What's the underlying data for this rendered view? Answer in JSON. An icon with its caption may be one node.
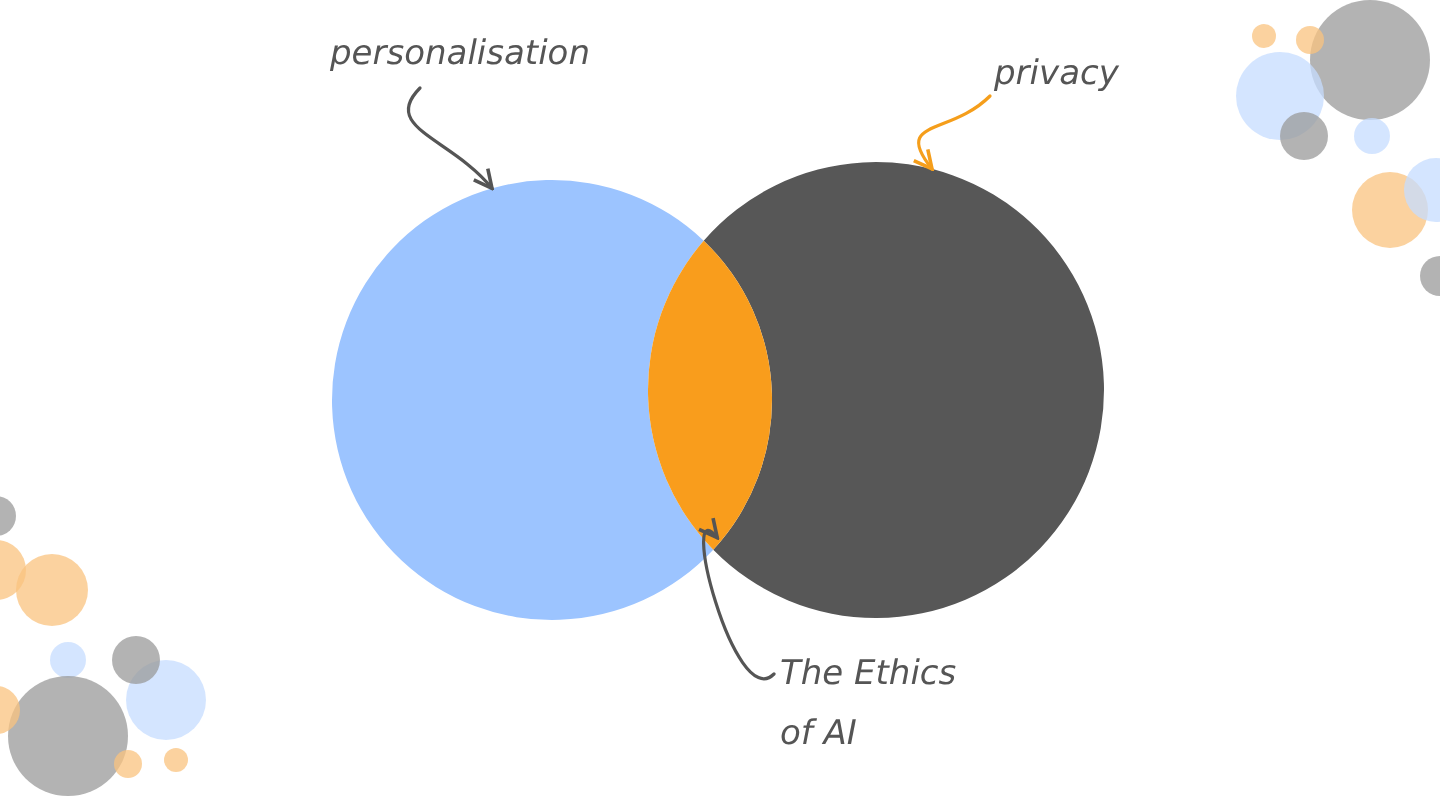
{
  "diagram": {
    "nodes": [
      {
        "text": [
          "personalisation"
        ]
      },
      {
        "text": [],
        "shape": "circle"
      },
      {
        "text": [
          "privacy"
        ]
      },
      {
        "text": [],
        "shape": "circle"
      },
      {
        "text": [
          "The Ethics of AI"
        ]
      },
      {
        "text": [],
        "shape": "lens"
      }
    ],
    "edges": [
      {
        "from": 0,
        "to": 1,
        "arrow": "to"
      },
      {
        "from": 2,
        "to": 3,
        "arrow": "to",
        "color": "#f59e1b"
      },
      {
        "from": 4,
        "to": 5,
        "arrow": "to"
      }
    ]
  }
}
